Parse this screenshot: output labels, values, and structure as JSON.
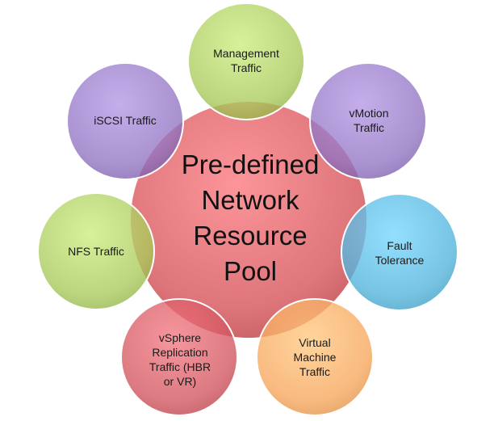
{
  "diagram": {
    "center": {
      "label": "Pre-defined\nNetwork\nResource\nPool",
      "color": "#d9666b"
    },
    "nodes": [
      {
        "id": "management",
        "label": "Management\nTraffic",
        "color": "#a9c95b"
      },
      {
        "id": "vmotion",
        "label": "vMotion\nTraffic",
        "color": "#9174c2"
      },
      {
        "id": "fault-tolerance",
        "label": "Fault\nTolerance",
        "color": "#52b3db"
      },
      {
        "id": "virtual-machine",
        "label": "Virtual\nMachine\nTraffic",
        "color": "#f7a65c"
      },
      {
        "id": "vsphere-replication",
        "label": "vSphere\nReplication\nTraffic (HBR\nor VR)",
        "color": "#d2555e"
      },
      {
        "id": "nfs",
        "label": "NFS Traffic",
        "color": "#a9c95b"
      },
      {
        "id": "iscsi",
        "label": "iSCSI Traffic",
        "color": "#9174c2"
      }
    ]
  }
}
